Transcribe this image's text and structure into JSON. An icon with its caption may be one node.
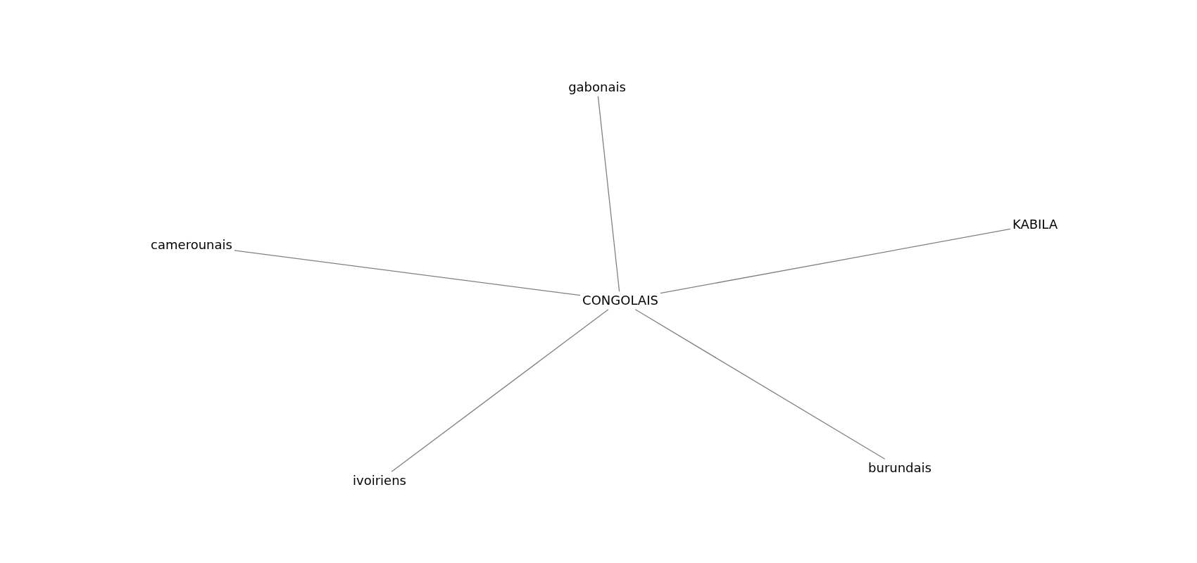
{
  "diagram": {
    "nodes": [
      {
        "text": [
          "gabonais"
        ]
      },
      {
        "text": [
          "KABILA"
        ]
      },
      {
        "text": [
          "camerounais"
        ]
      },
      {
        "text": [
          "CONGOLAIS"
        ]
      },
      {
        "text": [
          "burundais"
        ]
      },
      {
        "text": [
          "ivoiriens"
        ]
      }
    ],
    "edges": [
      {
        "from": 3,
        "to": 0,
        "arrow": "none"
      },
      {
        "from": 3,
        "to": 1,
        "arrow": "none"
      },
      {
        "from": 3,
        "to": 2,
        "arrow": "none"
      },
      {
        "from": 3,
        "to": 4,
        "arrow": "none"
      },
      {
        "from": 3,
        "to": 5,
        "arrow": "none"
      }
    ]
  }
}
